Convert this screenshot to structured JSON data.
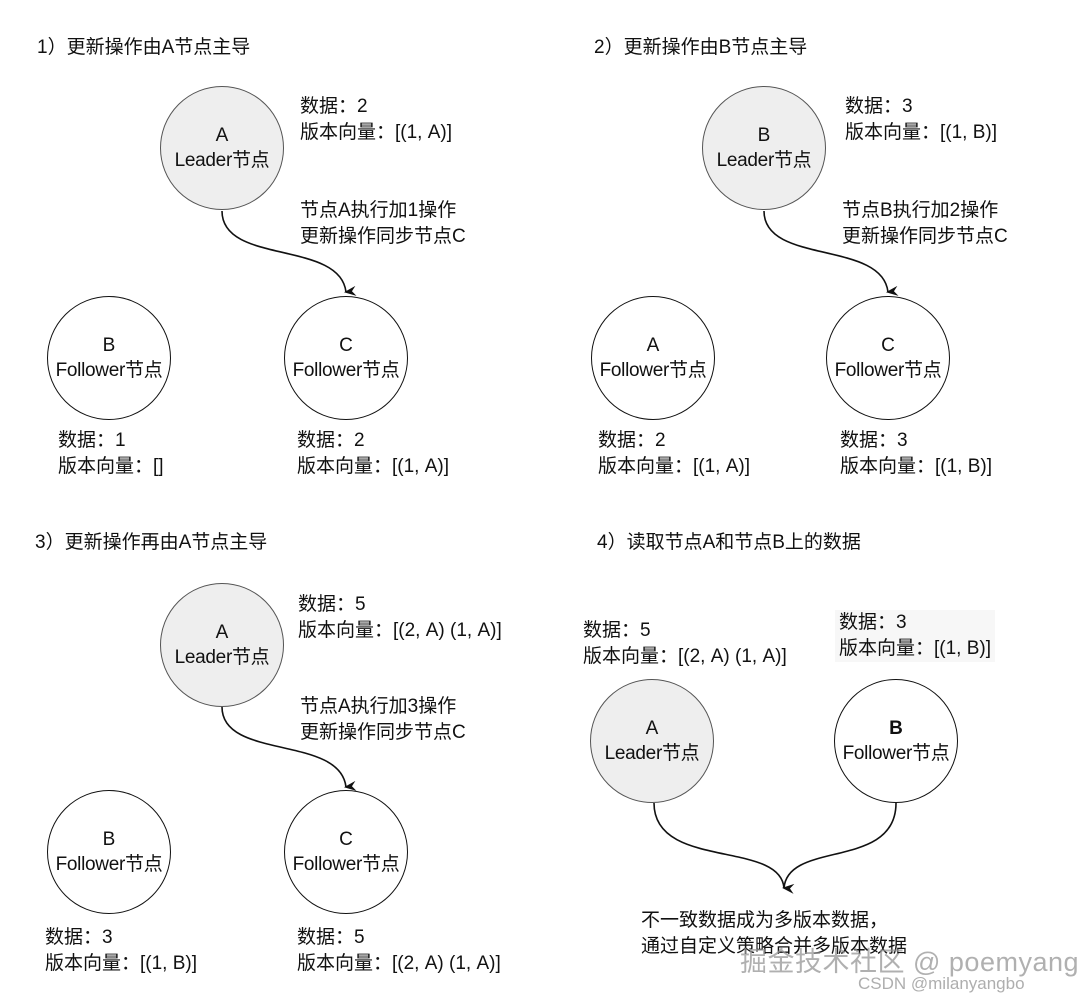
{
  "panels": [
    {
      "title": "1）更新操作由A节点主导",
      "leader": {
        "id": "A",
        "role": "Leader节点",
        "data": "数据：2",
        "vector": "版本向量：[(1, A)]"
      },
      "note": {
        "line1": "节点A执行加1操作",
        "line2": "更新操作同步节点C"
      },
      "followers": [
        {
          "id": "B",
          "role": "Follower节点",
          "data": "数据：1",
          "vector": "版本向量：[]"
        },
        {
          "id": "C",
          "role": "Follower节点",
          "data": "数据：2",
          "vector": "版本向量：[(1, A)]"
        }
      ]
    },
    {
      "title": "2）更新操作由B节点主导",
      "leader": {
        "id": "B",
        "role": "Leader节点",
        "data": "数据：3",
        "vector": "版本向量：[(1, B)]"
      },
      "note": {
        "line1": "节点B执行加2操作",
        "line2": "更新操作同步节点C"
      },
      "followers": [
        {
          "id": "A",
          "role": "Follower节点",
          "data": "数据：2",
          "vector": "版本向量：[(1, A)]"
        },
        {
          "id": "C",
          "role": "Follower节点",
          "data": "数据：3",
          "vector": "版本向量：[(1, B)]"
        }
      ]
    },
    {
      "title": "3）更新操作再由A节点主导",
      "leader": {
        "id": "A",
        "role": "Leader节点",
        "data": "数据：5",
        "vector": "版本向量：[(2, A) (1, A)]"
      },
      "note": {
        "line1": "节点A执行加3操作",
        "line2": "更新操作同步节点C"
      },
      "followers": [
        {
          "id": "B",
          "role": "Follower节点",
          "data": "数据：3",
          "vector": "版本向量：[(1, B)]"
        },
        {
          "id": "C",
          "role": "Follower节点",
          "data": "数据：5",
          "vector": "版本向量：[(2, A) (1, A)]"
        }
      ]
    },
    {
      "title": "4）读取节点A和节点B上的数据",
      "nodeA": {
        "id": "A",
        "role": "Leader节点",
        "data": "数据：5",
        "vector": "版本向量：[(2, A) (1, A)]"
      },
      "nodeB": {
        "id": "B",
        "role": "Follower节点",
        "data": "数据：3",
        "vector": "版本向量：[(1, B)]"
      },
      "result": {
        "line1": "不一致数据成为多版本数据，",
        "line2": "通过自定义策略合并多版本数据"
      }
    }
  ],
  "watermarks": {
    "primary": "掘金技术社区 @ poemyang",
    "secondary": "CSDN @milanyangbo"
  },
  "colors": {
    "leader_fill": "#eeeeee",
    "follower_fill": "#ffffff",
    "stroke": "#111111"
  }
}
